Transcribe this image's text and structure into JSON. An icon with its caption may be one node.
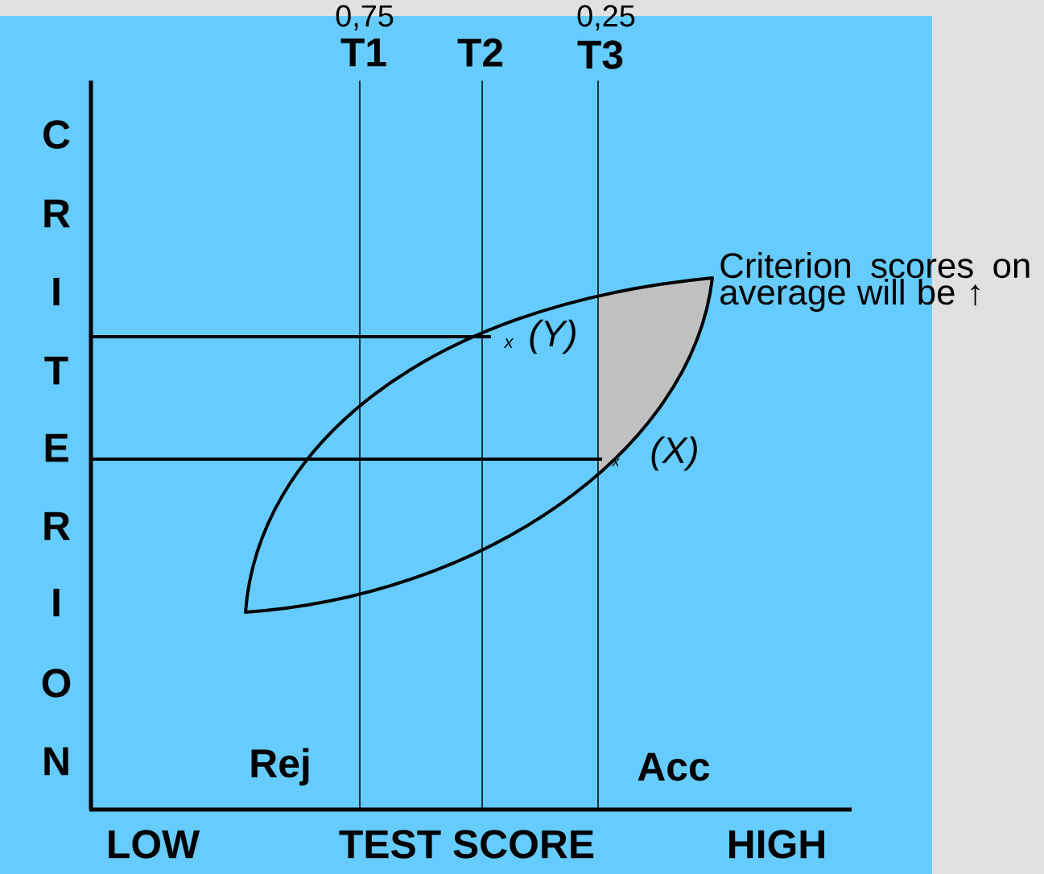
{
  "diagram": {
    "labels": [
      "0,75",
      "0,25",
      "T1",
      "T2",
      "T3",
      "C",
      "R",
      "I",
      "T",
      "E",
      "R",
      "I",
      "O",
      "N",
      "Criterion scores on average will be ↑",
      "x",
      "(Y)",
      "x",
      "(X)",
      "Rej",
      "Acc",
      "LOW",
      "TEST SCORE",
      "HIGH"
    ]
  }
}
